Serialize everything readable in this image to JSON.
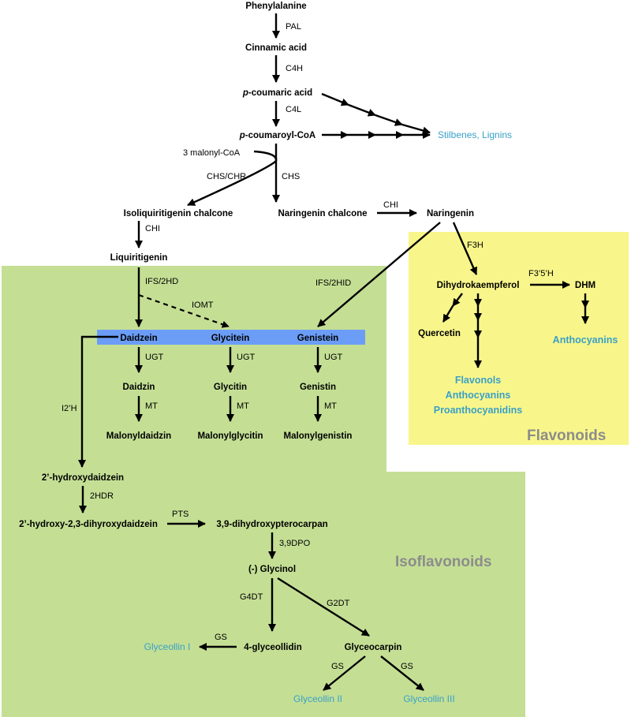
{
  "regions": {
    "isoflavonoids": "Isoflavonoids",
    "flavonoids": "Flavonoids"
  },
  "colors": {
    "isoflavonoid_region": "#c4df94",
    "flavonoid_region": "#f8f68a",
    "highlight_bar": "#6b9df7",
    "end_product_text": "#3aa0c8"
  },
  "compounds": {
    "phenylalanine": "Phenylalanine",
    "cinnamic_acid": "Cinnamic acid",
    "p_coumaric_prefix": "p",
    "p_coumaric_rest": "-coumaric acid",
    "p_coumaroyl_prefix": "p",
    "p_coumaroyl_rest": "-coumaroyl-CoA",
    "malonyl": "3 malonyl-CoA",
    "isoliquiritigenin": "Isoliquiritigenin chalcone",
    "naringenin_chalcone": "Naringenin chalcone",
    "naringenin": "Naringenin",
    "liquiritigenin": "Liquiritigenin",
    "dihydrokaempferol": "Dihydrokaempferol",
    "dhm": "DHM",
    "quercetin": "Quercetin",
    "daidzein": "Daidzein",
    "glycitein": "Glycitein",
    "genistein": "Genistein",
    "daidzin": "Daidzin",
    "glycitin": "Glycitin",
    "genistin": "Genistin",
    "malonyldaidzin": "Malonyldaidzin",
    "malonylglycitin": "Malonylglycitin",
    "malonylgenistin": "Malonylgenistin",
    "hydroxydaidzein": "2’-hydroxydaidzein",
    "dihydroxydaidzein": "2’-hydroxy-2,3-dihyroxydaidzein",
    "pterocarpan": "3,9-dihydroxypterocarpan",
    "glycinol": "(-) Glycinol",
    "glyceollidin": "4-glyceollidin",
    "glyceocarpin": "Glyceocarpin"
  },
  "end_products": {
    "stilbenes": "Stilbenes, Lignins",
    "anthocyanins_dhm": "Anthocyanins",
    "flavonols": "Flavonols",
    "anthocyanins": "Anthocyanins",
    "proanthocyanidins": "Proanthocyanidins",
    "glyceollin_1": "Glyceollin I",
    "glyceollin_2": "Glyceollin II",
    "glyceollin_3": "Glyceollin III"
  },
  "enzymes": {
    "pal": "PAL",
    "c4h": "C4H",
    "c4l": "C4L",
    "chs_chr": "CHS/CHR",
    "chs": "CHS",
    "chi_1": "CHI",
    "chi_2": "CHI",
    "ifs_2hd": "IFS/2HD",
    "iomt": "IOMT",
    "ifs_2hid": "IFS/2HID",
    "f3h": "F3H",
    "f35h": "F3’5’H",
    "ugt_1": "UGT",
    "ugt_2": "UGT",
    "ugt_3": "UGT",
    "mt_1": "MT",
    "mt_2": "MT",
    "mt_3": "MT",
    "i2h": "I2’H",
    "hdr": "2HDR",
    "pts": "PTS",
    "dpo": "3,9DPO",
    "g4dt": "G4DT",
    "g2dt": "G2DT",
    "gs_1": "GS",
    "gs_2": "GS",
    "gs_3": "GS"
  }
}
